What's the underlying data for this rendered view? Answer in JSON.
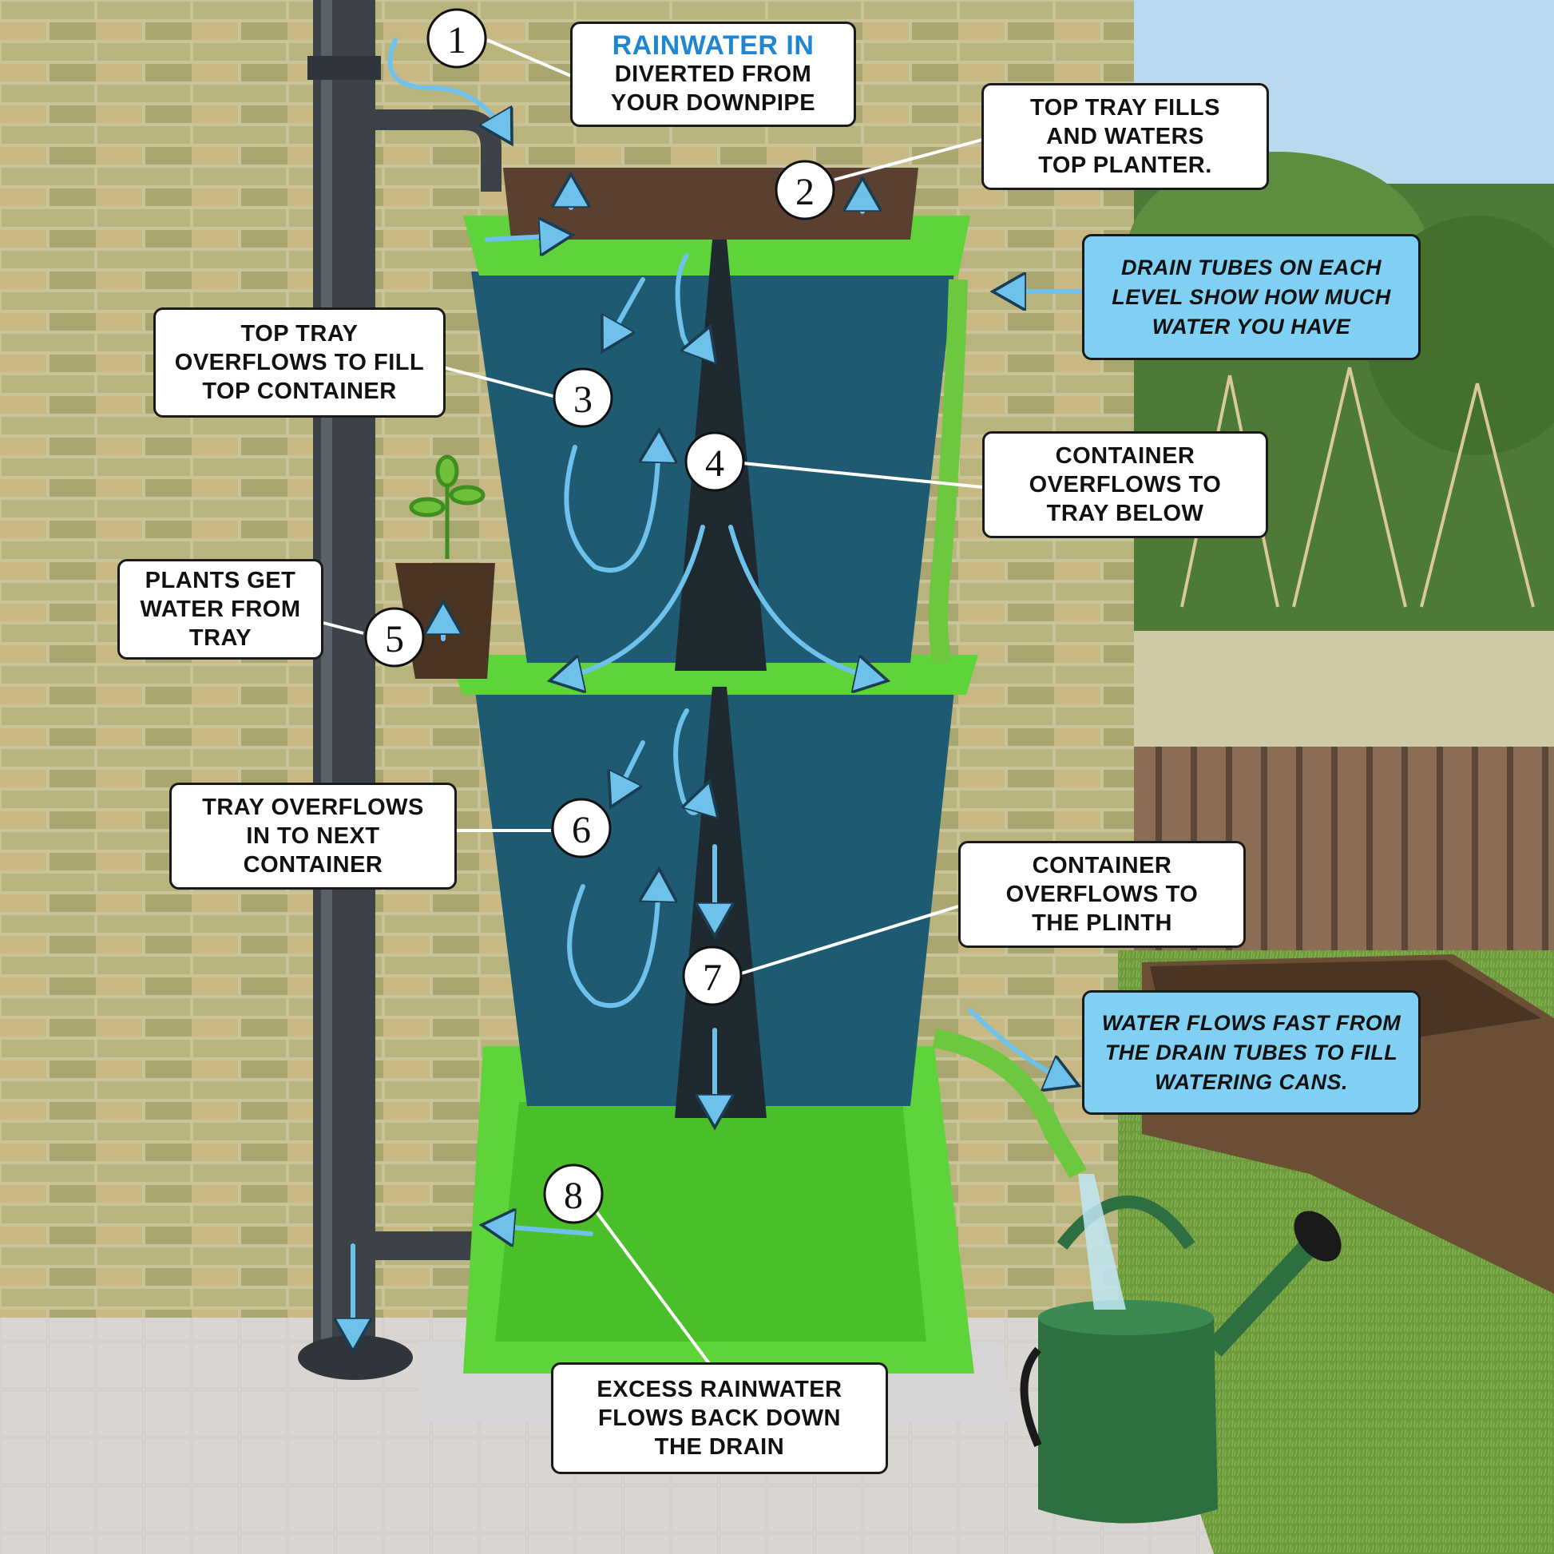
{
  "colors": {
    "flow_arrow": "#6ec1ea",
    "tray_green": "#5fd43a",
    "container_blue": "#1f5a73",
    "downpipe": "#3c4248",
    "callout_blue": "#7fd0f2",
    "heading_blue": "#1f86d4"
  },
  "callouts": {
    "c1": {
      "heading": "RAINWATER IN",
      "lines": [
        "DIVERTED FROM",
        "YOUR DOWNPIPE"
      ]
    },
    "c2": {
      "lines": [
        "TOP TRAY FILLS",
        "AND WATERS",
        "TOP PLANTER."
      ]
    },
    "c3": {
      "lines": [
        "TOP TRAY",
        "OVERFLOWS TO FILL",
        "TOP CONTAINER"
      ]
    },
    "c4": {
      "lines": [
        "CONTAINER",
        "OVERFLOWS TO",
        "TRAY BELOW"
      ]
    },
    "c5": {
      "lines": [
        "PLANTS GET",
        "WATER FROM",
        "TRAY"
      ]
    },
    "c6": {
      "lines": [
        "TRAY OVERFLOWS",
        "IN TO NEXT",
        "CONTAINER"
      ]
    },
    "c7": {
      "lines": [
        "CONTAINER",
        "OVERFLOWS TO",
        "THE PLINTH"
      ]
    },
    "c8": {
      "lines": [
        "EXCESS RAINWATER",
        "FLOWS BACK DOWN",
        "THE DRAIN"
      ]
    },
    "drain_tubes": {
      "lines": [
        "DRAIN TUBES ON EACH",
        "LEVEL SHOW HOW MUCH",
        "WATER YOU HAVE"
      ]
    },
    "water_flows": {
      "lines": [
        "WATER FLOWS FAST FROM",
        "THE DRAIN TUBES TO FILL",
        "WATERING CANS."
      ]
    }
  },
  "step_numbers": [
    "1",
    "2",
    "3",
    "4",
    "5",
    "6",
    "7",
    "8"
  ]
}
